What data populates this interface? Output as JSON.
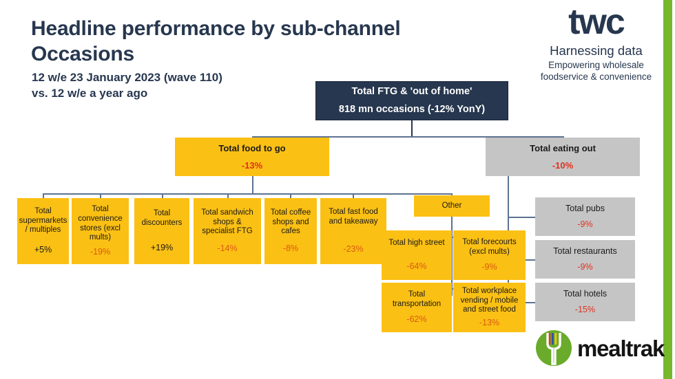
{
  "header": {
    "title": "Headline performance by sub-channel Occasions",
    "title_line1": "Headline performance by sub-channel",
    "title_line2": "Occasions",
    "subtitle_line1": "12 w/e 23 January 2023 (wave 110)",
    "subtitle_line2": "vs. 12 w/e a year ago"
  },
  "brand": {
    "twc_word": "twc",
    "twc_tagline_1": "Harnessing data",
    "twc_tagline_2_line1": "Empowering wholesale",
    "twc_tagline_2_line2": "foodservice & convenience",
    "mealtrak_word": "mealtrak"
  },
  "colors": {
    "navy": "#27374f",
    "yellow": "#fbc014",
    "grey": "#c5c5c5",
    "green_accent": "#76b82a",
    "negative_red": "#e0301e",
    "negative_orange": "#d95a12",
    "connector": "#5b7290"
  },
  "chart_data": {
    "type": "diagram-tree",
    "title": "Headline performance by sub-channel Occasions",
    "subtitle": "12 w/e 23 January 2023 (wave 110) vs. 12 w/e a year ago",
    "root": {
      "label_line1": "Total FTG & 'out of home'",
      "label_line2": "818 mn occasions (-12% YonY)",
      "value": -12,
      "occasions_mn": 818
    },
    "branches": [
      {
        "label": "Total food to go",
        "value_text": "-13%",
        "value": -13,
        "style": "yellow"
      },
      {
        "label": "Total eating out",
        "value_text": "-10%",
        "value": -10,
        "style": "grey"
      }
    ],
    "food_to_go_children": [
      {
        "label_line1": "Total",
        "label_line2": "supermarkets",
        "label_line3": "/ multiples",
        "value_text": "+5%",
        "value": 5,
        "sign": "positive"
      },
      {
        "label_line1": "Total",
        "label_line2": "convenience",
        "label_line3": "stores (excl",
        "label_line4": "mults)",
        "value_text": "-19%",
        "value": -19,
        "sign": "negative"
      },
      {
        "label_line1": "Total",
        "label_line2": "discounters",
        "value_text": "+19%",
        "value": 19,
        "sign": "positive"
      },
      {
        "label_line1": "Total sandwich",
        "label_line2": "shops &",
        "label_line3": "specialist FTG",
        "value_text": "-14%",
        "value": -14,
        "sign": "negative"
      },
      {
        "label_line1": "Total coffee",
        "label_line2": "shops and",
        "label_line3": "cafes",
        "value_text": "-8%",
        "value": -8,
        "sign": "negative"
      },
      {
        "label_line1": "Total fast food",
        "label_line2": "and takeaway",
        "value_text": "-23%",
        "value": -23,
        "sign": "negative"
      },
      {
        "label_line1": "Other",
        "value_text": "",
        "value": null,
        "sign": "none"
      }
    ],
    "other_children": [
      {
        "label_line1": "Total high street",
        "value_text": "-64%",
        "value": -64,
        "sign": "negative"
      },
      {
        "label_line1": "Total forecourts",
        "label_line2": "(excl mults)",
        "value_text": "-9%",
        "value": -9,
        "sign": "negative"
      },
      {
        "label_line1": "Total",
        "label_line2": "transportation",
        "value_text": "-62%",
        "value": -62,
        "sign": "negative"
      },
      {
        "label_line1": "Total workplace",
        "label_line2": "vending / mobile",
        "label_line3": "and street food",
        "value_text": "-13%",
        "value": -13,
        "sign": "negative"
      }
    ],
    "eating_out_children": [
      {
        "label": "Total pubs",
        "value_text": "-9%",
        "value": -9,
        "sign": "negative"
      },
      {
        "label": "Total restaurants",
        "value_text": "-9%",
        "value": -9,
        "sign": "negative"
      },
      {
        "label": "Total hotels",
        "value_text": "-15%",
        "value": -15,
        "sign": "negative"
      }
    ]
  }
}
